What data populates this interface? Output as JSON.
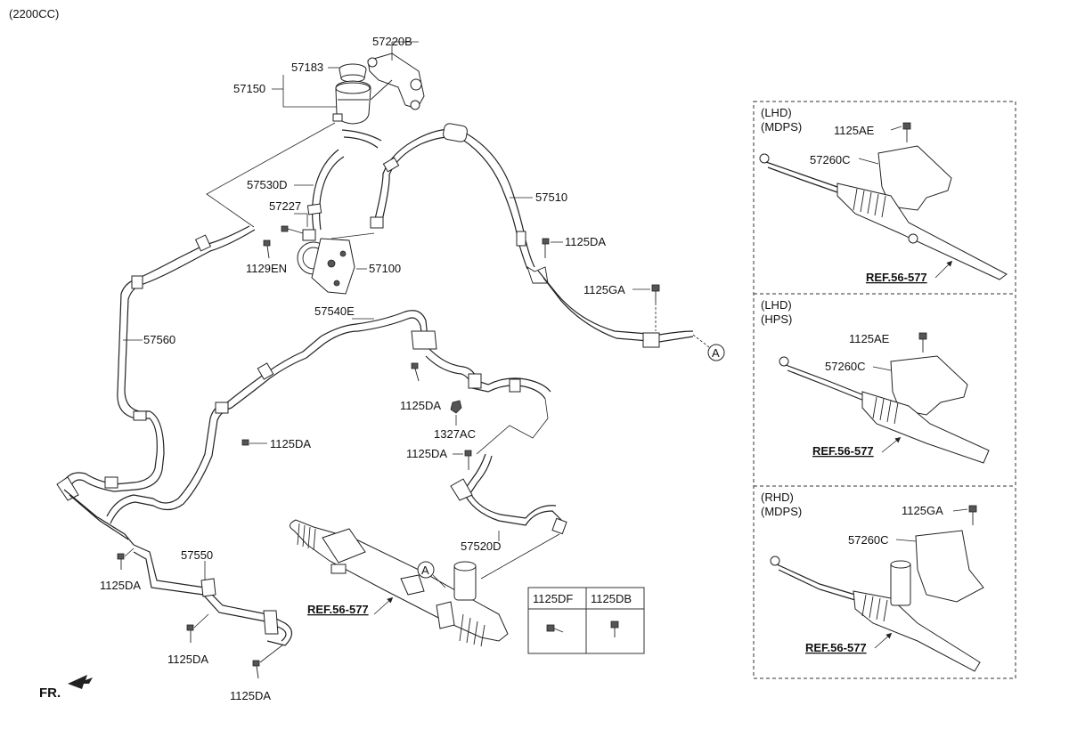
{
  "diagram": {
    "variant_label": "(2200CC)",
    "front_label": "FR.",
    "callout_a": "A",
    "parts": {
      "p57220B": "57220B",
      "p57183": "57183",
      "p57150": "57150",
      "p57530D": "57530D",
      "p57227": "57227",
      "p1129EN": "1129EN",
      "p57100": "57100",
      "p57510": "57510",
      "p1125DA_a": "1125DA",
      "p1125GA_a": "1125GA",
      "p57560": "57560",
      "p57540E": "57540E",
      "p1125DA_b": "1125DA",
      "p1327AC": "1327AC",
      "p1125DA_c": "1125DA",
      "p1125DA_d": "1125DA",
      "p57520D": "57520D",
      "p57550": "57550",
      "p1125DA_e": "1125DA",
      "p1125DA_f": "1125DA",
      "p1125DA_g": "1125DA",
      "ref_main": "REF.56-577"
    },
    "fastener_table": {
      "headers": [
        "1125DF",
        "1125DB"
      ]
    },
    "insets": [
      {
        "line1": "(LHD)",
        "line2": "(MDPS)",
        "bolt": "1125AE",
        "cover": "57260C",
        "ref": "REF.56-577"
      },
      {
        "line1": "(LHD)",
        "line2": "(HPS)",
        "bolt": "1125AE",
        "cover": "57260C",
        "ref": "REF.56-577"
      },
      {
        "line1": "(RHD)",
        "line2": "(MDPS)",
        "bolt": "1125GA",
        "cover": "57260C",
        "ref": "REF.56-577"
      }
    ]
  }
}
